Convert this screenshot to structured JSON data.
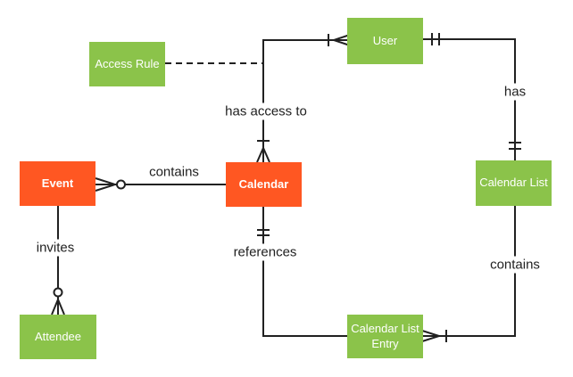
{
  "diagram": {
    "type": "entity-relationship",
    "notation": "crows-foot",
    "colors": {
      "entity_green": "#8BC34A",
      "entity_orange": "#FF5722",
      "entity_text": "#FFFFFF",
      "line": "#212121",
      "label_text": "#212121",
      "background": "#FFFFFF"
    },
    "entities": [
      {
        "id": "user",
        "label": "User",
        "color": "#8BC34A"
      },
      {
        "id": "access-rule",
        "label": "Access Rule",
        "color": "#8BC34A"
      },
      {
        "id": "event",
        "label": "Event",
        "color": "#FF5722"
      },
      {
        "id": "calendar",
        "label": "Calendar",
        "color": "#FF5722"
      },
      {
        "id": "calendar-list",
        "label": "Calendar List",
        "color": "#8BC34A"
      },
      {
        "id": "attendee",
        "label": "Attendee",
        "color": "#8BC34A"
      },
      {
        "id": "calendar-list-entry",
        "label": "Calendar List Entry",
        "color": "#8BC34A"
      }
    ],
    "relationships": [
      {
        "label": "has access to",
        "from": "User",
        "to": "Calendar",
        "from_cardinality": "one-or-many",
        "to_cardinality": "one-or-many",
        "style": "solid"
      },
      {
        "label": "contains",
        "from": "Calendar",
        "to": "Event",
        "from_cardinality": "none",
        "to_cardinality": "zero-or-many",
        "style": "solid"
      },
      {
        "label": "invites",
        "from": "Event",
        "to": "Attendee",
        "from_cardinality": "none",
        "to_cardinality": "zero-or-many",
        "style": "solid"
      },
      {
        "label": "references",
        "from": "Calendar",
        "to": "Calendar List Entry",
        "from_cardinality": "exactly-one",
        "to_cardinality": "none",
        "style": "solid"
      },
      {
        "label": "has",
        "from": "User",
        "to": "Calendar List",
        "from_cardinality": "exactly-one",
        "to_cardinality": "exactly-one",
        "style": "solid"
      },
      {
        "label": "contains",
        "from": "Calendar List",
        "to": "Calendar List Entry",
        "from_cardinality": "none",
        "to_cardinality": "one-or-many",
        "style": "solid"
      },
      {
        "label": "",
        "from": "Access Rule",
        "to": "has-access-to-relationship",
        "from_cardinality": "none",
        "to_cardinality": "none",
        "style": "dashed"
      }
    ]
  }
}
